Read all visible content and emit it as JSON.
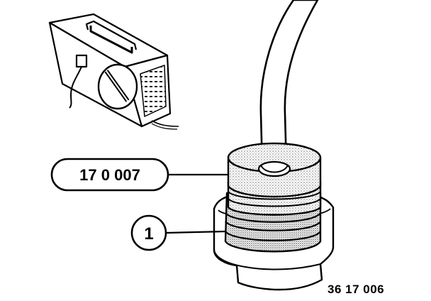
{
  "callouts": {
    "tool_number": "17 0 007",
    "part_number": "1"
  },
  "figure_id": "36 17 006",
  "icons": {
    "tester": "pressure-tester-box-icon",
    "hose": "hose-icon",
    "adapter": "adapter-fitting-icon"
  },
  "colors": {
    "ink": "#000000",
    "paper": "#ffffff",
    "stipple": "#b8b8b8"
  }
}
